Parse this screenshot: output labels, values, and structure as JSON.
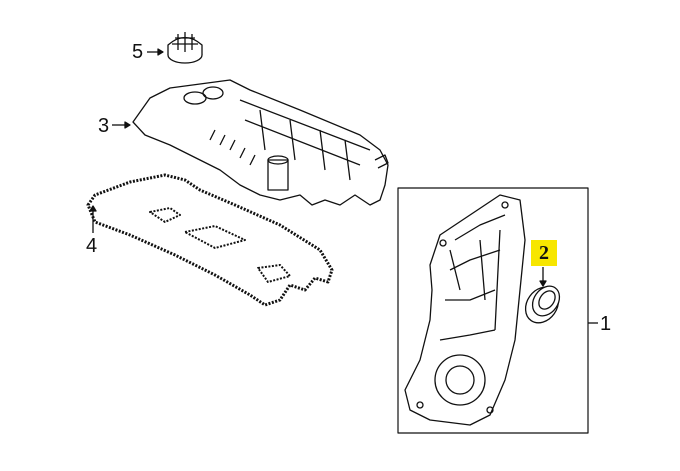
{
  "diagram": {
    "callouts": [
      {
        "number": "1",
        "part": "timing-cover"
      },
      {
        "number": "2",
        "part": "front-crankshaft-seal",
        "highlighted": true
      },
      {
        "number": "3",
        "part": "valve-cover"
      },
      {
        "number": "4",
        "part": "valve-cover-gasket"
      },
      {
        "number": "5",
        "part": "oil-filler-cap"
      }
    ],
    "highlight_color": "#f7e600"
  }
}
